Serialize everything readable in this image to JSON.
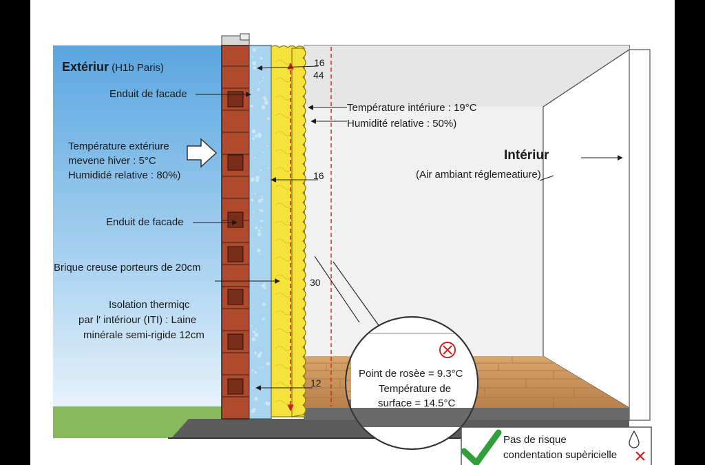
{
  "exterior": {
    "title": "Extériur",
    "subtitle": "(H1b Paris)",
    "enduit_top": "Enduit de facade",
    "temp_line1": "Température extériure",
    "temp_line2": "mevene hiver : 5°C",
    "temp_line3": "Humididé relative : 80%)",
    "enduit_bottom": "Enduit de facade",
    "brique": "Brique creuse porteurs de 20cm",
    "iso_line1": "Isolation thermiqc",
    "iso_line2": "par l' intériour (ITI) : Laine",
    "iso_line3": "minérale semi-rigide 12cm"
  },
  "interior": {
    "temp": "Température intériure : 19°C",
    "humid": "Humidité relative : 50%)",
    "title": "Intériur",
    "subtitle": "(Air ambiant réglemeatiure)"
  },
  "dimensions": {
    "d16_top": "16",
    "d44": "44",
    "d16_mid": "16",
    "d30": "30",
    "d12": "12"
  },
  "callout": {
    "line1": "Point de rosèe = 9.3°C",
    "line2": "Température de",
    "line3": "surface = 14.5°C",
    "icon": "no-risk-circle-x-icon"
  },
  "result": {
    "line1": "Pas de risque",
    "line2": "condentation supèricielle",
    "icons": [
      "checkmark-icon",
      "water-drop-icon",
      "cross-icon"
    ]
  },
  "colors": {
    "sky": "#5aa6e0",
    "grass": "#88b95a",
    "brick": "#b04a2e",
    "insulation": "#f5e23a",
    "plaster": "#a9d4ef",
    "floor": "#c9905a",
    "dew_line": "#cc1f1f",
    "check": "#2f9e3b"
  }
}
